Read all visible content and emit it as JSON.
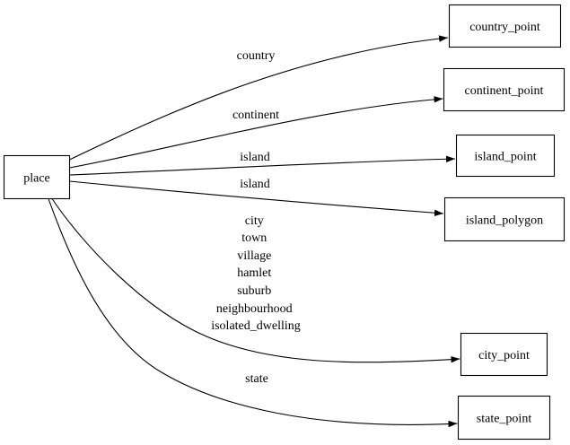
{
  "diagram": {
    "kind": "directed-graph",
    "colors": {
      "background": "#ffffff",
      "node_fill": "#ffffff",
      "node_border": "#000000",
      "edge": "#000000",
      "text": "#000000"
    },
    "nodes": {
      "place": {
        "label": "place"
      },
      "country_point": {
        "label": "country_point"
      },
      "continent_point": {
        "label": "continent_point"
      },
      "island_point": {
        "label": "island_point"
      },
      "island_polygon": {
        "label": "island_polygon"
      },
      "city_point": {
        "label": "city_point"
      },
      "state_point": {
        "label": "state_point"
      }
    },
    "edges": [
      {
        "from": "place",
        "to": "country_point",
        "label": "country"
      },
      {
        "from": "place",
        "to": "continent_point",
        "label": "continent"
      },
      {
        "from": "place",
        "to": "island_point",
        "label": "island"
      },
      {
        "from": "place",
        "to": "island_polygon",
        "label": "island"
      },
      {
        "from": "place",
        "to": "city_point",
        "label_lines": [
          "city",
          "town",
          "village",
          "hamlet",
          "suburb",
          "neighbourhood",
          "isolated_dwelling"
        ]
      },
      {
        "from": "place",
        "to": "state_point",
        "label": "state"
      }
    ]
  }
}
